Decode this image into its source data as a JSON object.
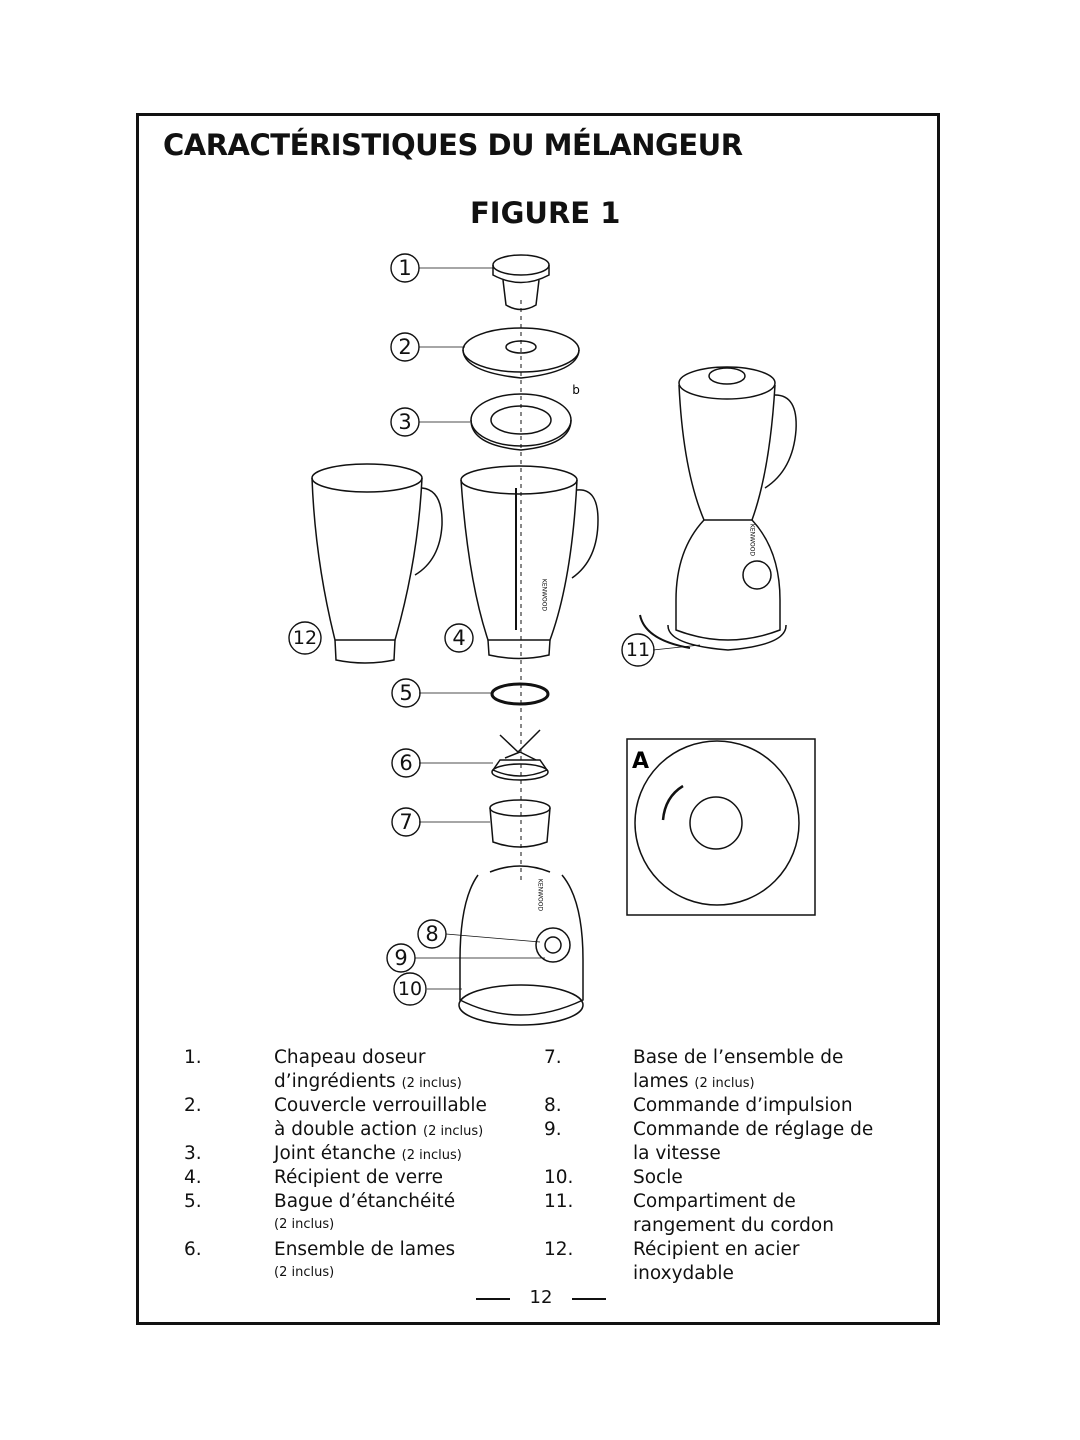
{
  "page": {
    "title": "CARACTÉRISTIQUES DU MÉLANGEUR",
    "figure_title": "FIGURE 1",
    "page_number": "12"
  },
  "illustration": {
    "callouts": [
      "1",
      "2",
      "3",
      "4",
      "5",
      "6",
      "7",
      "8",
      "9",
      "10",
      "11",
      "12"
    ],
    "small_label": "b",
    "inset_label": "A",
    "brand_mark": "KENWOOD"
  },
  "legend": {
    "left": [
      {
        "num": "1.",
        "line1": "Chapeau doseur",
        "line2": "d’ingrédients",
        "note": "(2 inclus)"
      },
      {
        "num": "2.",
        "line1": "Couvercle verrouillable",
        "line2": "à double action",
        "note": "(2 inclus)"
      },
      {
        "num": "3.",
        "line1": "Joint étanche",
        "note": "(2 inclus)"
      },
      {
        "num": "4.",
        "line1": "Récipient de verre"
      },
      {
        "num": "5.",
        "line1": "Bague d’étanchéité",
        "note": "(2 inclus)"
      },
      {
        "num": "6.",
        "line1": "Ensemble de lames",
        "note": "(2 inclus)"
      }
    ],
    "right": [
      {
        "num": "7.",
        "line1": "Base de l’ensemble de",
        "line2": "lames",
        "note": "(2 inclus)"
      },
      {
        "num": "8.",
        "line1": "Commande d’impulsion"
      },
      {
        "num": "9.",
        "line1": "Commande de réglage de",
        "line2": "la vitesse"
      },
      {
        "num": "10.",
        "line1": "Socle"
      },
      {
        "num": "11.",
        "line1": "Compartiment de",
        "line2": "rangement du cordon"
      },
      {
        "num": "12.",
        "line1": "Récipient en acier",
        "line2": "inoxydable"
      }
    ]
  }
}
